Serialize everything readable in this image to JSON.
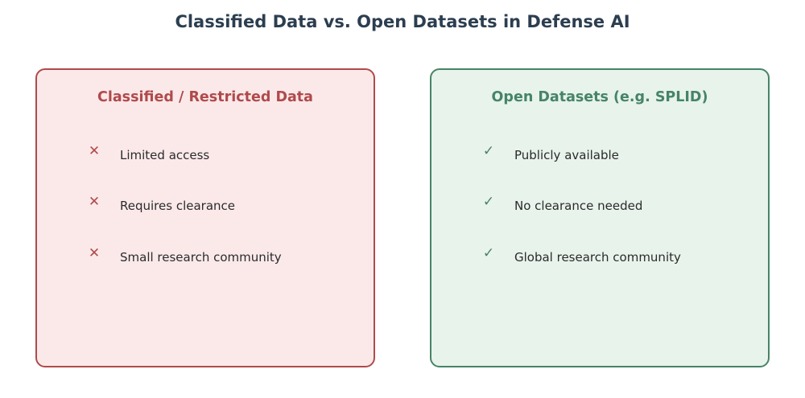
{
  "title": "Classified Data vs. Open Datasets in Defense AI",
  "left_panel": {
    "title": "Classified / Restricted Data",
    "icon": "cross-icon",
    "icon_glyph": "✕",
    "accent_color": "#b04a4a",
    "background_color": "#fbe9ea",
    "items": [
      {
        "text": "Limited access"
      },
      {
        "text": "Requires clearance"
      },
      {
        "text": "Small research community"
      }
    ]
  },
  "right_panel": {
    "title": "Open Datasets (e.g. SPLID)",
    "icon": "check-icon",
    "icon_glyph": "✓",
    "accent_color": "#468466",
    "background_color": "#e8f3ec",
    "items": [
      {
        "text": "Publicly available"
      },
      {
        "text": "No clearance needed"
      },
      {
        "text": "Global research community"
      }
    ]
  }
}
